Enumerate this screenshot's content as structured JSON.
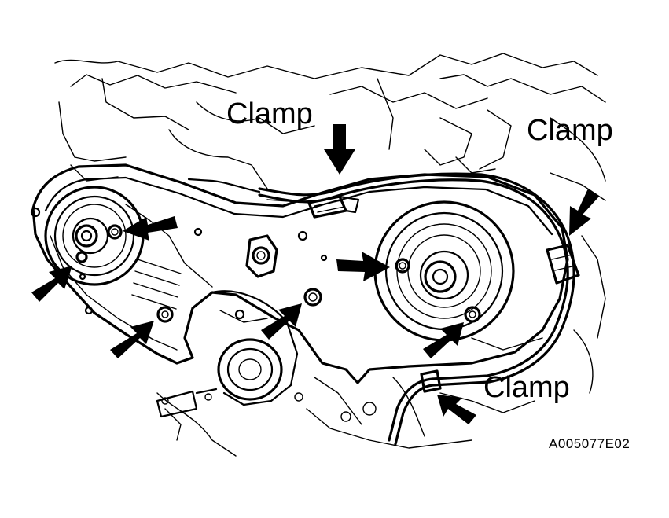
{
  "figure": {
    "labels": {
      "clamp_top": "Clamp",
      "clamp_right": "Clamp",
      "clamp_bottom": "Clamp"
    },
    "figure_id": "A005077E02"
  }
}
